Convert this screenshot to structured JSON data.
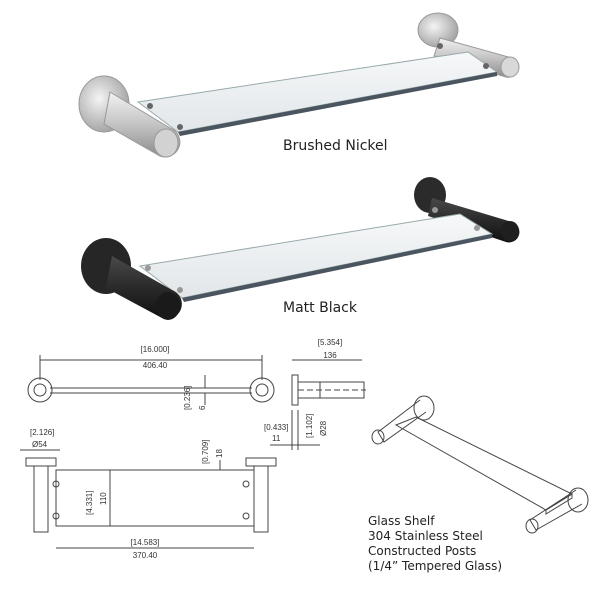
{
  "finishes": {
    "nickel": "Brushed Nickel",
    "black": "Matt Black"
  },
  "colors": {
    "nickel_light": "#d9d9d9",
    "nickel_dark": "#8f8f8f",
    "black": "#2b2b2b",
    "glass": "#e9edf0",
    "line": "#444444"
  },
  "dimensions": {
    "overall_in": "[16.000]",
    "overall_mm": "406.40",
    "depth_in": "[5.354]",
    "depth_mm": "136",
    "glass_in": "[0.236]",
    "glass_mm": "6",
    "flange_in": "[2.126]",
    "flange_mm": "Ø54",
    "post_height_in": "[0.709]",
    "post_height_mm": "18",
    "post_dia_in": "[1.102]",
    "post_dia_mm": "Ø28",
    "flange_thk_in": "[0.433]",
    "flange_thk_mm": "11",
    "glass_depth_in": "[4.331]",
    "glass_depth_mm": "110",
    "glass_len_in": "[14.583]",
    "glass_len_mm": "370.40"
  },
  "description": {
    "line1": "Glass Shelf",
    "line2": "304 Stainless Steel",
    "line3": "Constructed Posts",
    "line4": "(1/4” Tempered Glass)"
  }
}
